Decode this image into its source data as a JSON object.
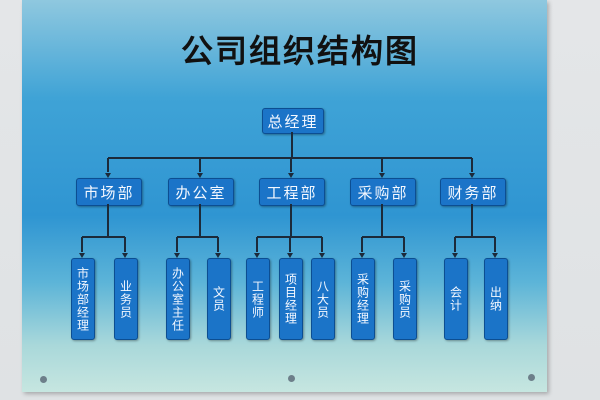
{
  "title": "公司组织结构图",
  "root": "总经理",
  "departments": [
    {
      "name": "市场部",
      "roles": [
        "市场部经理",
        "业务员"
      ]
    },
    {
      "name": "办公室",
      "roles": [
        "办公室主任",
        "文员"
      ]
    },
    {
      "name": "工程部",
      "roles": [
        "工程师",
        "项目经理",
        "八大员"
      ]
    },
    {
      "name": "采购部",
      "roles": [
        "采购经理",
        "采购员"
      ]
    },
    {
      "name": "财务部",
      "roles": [
        "会计",
        "出纳"
      ]
    }
  ],
  "colors": {
    "box": "#1b74c8",
    "panel": "#2f95d2"
  }
}
